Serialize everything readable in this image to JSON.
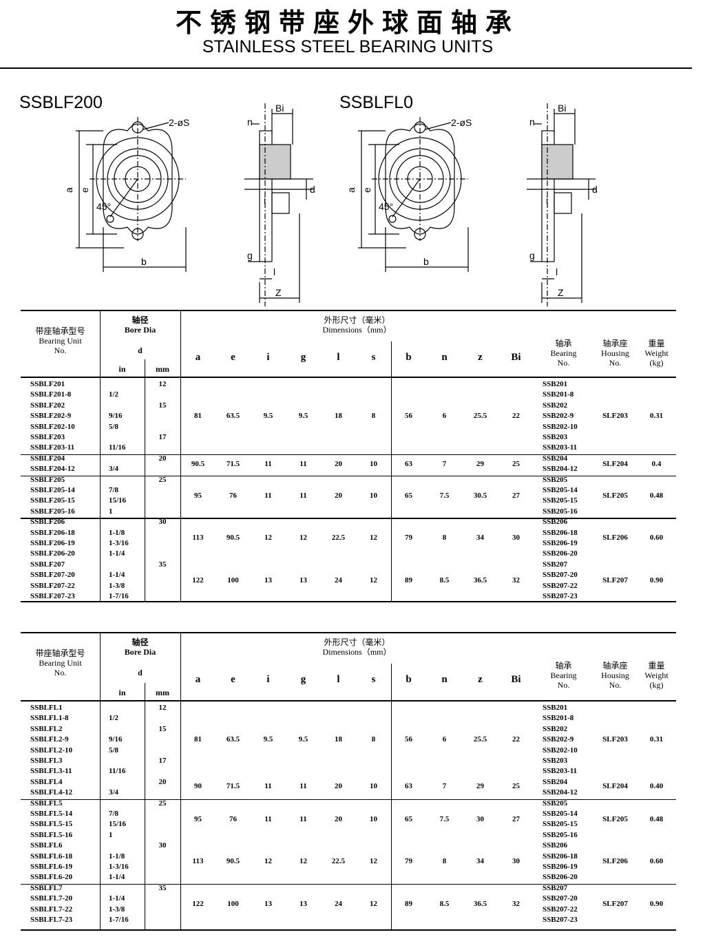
{
  "title_cn": "不锈钢带座外球面轴承",
  "title_en": "STAINLESS STEEL BEARING UNITS",
  "drawings": [
    {
      "model": "SSBLF200",
      "labels": {
        "hole": "2-øS",
        "a": "a",
        "e": "e",
        "b": "b",
        "angle": "45°",
        "Bi": "Bi",
        "n": "n",
        "d": "d",
        "i": "i",
        "g": "g",
        "l": "l",
        "z": "Z"
      }
    },
    {
      "model": "SSBLFL0",
      "labels": {
        "hole": "2-øS",
        "a": "a",
        "e": "e",
        "b": "b",
        "angle": "45°",
        "Bi": "Bi",
        "n": "n",
        "d": "d",
        "i": "i",
        "g": "g",
        "l": "l",
        "z": "Z"
      }
    }
  ],
  "header": {
    "unit_cn": "带座轴承型号",
    "unit_en": "Bearing Unit",
    "unit_no": "No.",
    "bore_cn": "轴径",
    "bore_en": "Bore Dia",
    "d": "d",
    "in": "in",
    "mm": "mm",
    "dim_cn": "外形尺寸（毫米）",
    "dim_en": "Dimensions（mm）",
    "dims": [
      "a",
      "e",
      "i",
      "g",
      "l",
      "s",
      "b",
      "n",
      "z",
      "Bi"
    ],
    "bearing_cn": "轴承",
    "bearing_en": "Bearing",
    "bearing_no": "No.",
    "housing_cn": "轴承座",
    "housing_en": "Housing",
    "housing_no": "No.",
    "weight_cn": "重量",
    "weight_en": "Weight",
    "weight_unit": "(kg)"
  },
  "tables": [
    {
      "groups": [
        {
          "rows": [
            [
              "SSBLF201",
              "",
              "12",
              "SSB201"
            ],
            [
              "SSBLF201-8",
              "1/2",
              "",
              "SSB201-8"
            ],
            [
              "SSBLF202",
              "",
              "15",
              "SSB202"
            ],
            [
              "SSBLF202-9",
              "9/16",
              "",
              "SSB202-9"
            ],
            [
              "SSBLF202-10",
              "5/8",
              "",
              "SSB202-10"
            ],
            [
              "SSBLF203",
              "",
              "17",
              "SSB203"
            ],
            [
              "SSBLF203-11",
              "11/16",
              "",
              "SSB203-11"
            ]
          ],
          "dims": [
            "81",
            "63.5",
            "9.5",
            "9.5",
            "18",
            "8",
            "56",
            "6",
            "25.5",
            "22"
          ],
          "housing": "SLF203",
          "weight": "0.31"
        },
        {
          "rows": [
            [
              "SSBLF204",
              "",
              "20",
              "SSB204"
            ],
            [
              "SSBLF204-12",
              "3/4",
              "",
              "SSB204-12"
            ]
          ],
          "dims": [
            "90.5",
            "71.5",
            "11",
            "11",
            "20",
            "10",
            "63",
            "7",
            "29",
            "25"
          ],
          "housing": "SLF204",
          "weight": "0.4"
        },
        {
          "rows": [
            [
              "SSBLF205",
              "",
              "25",
              "SSB205"
            ],
            [
              "SSBLF205-14",
              "7/8",
              "",
              "SSB205-14"
            ],
            [
              "SSBLF205-15",
              "15/16",
              "",
              "SSB205-15"
            ],
            [
              "SSBLF205-16",
              "1",
              "",
              "SSB205-16"
            ]
          ],
          "dims": [
            "95",
            "76",
            "11",
            "11",
            "20",
            "10",
            "65",
            "7.5",
            "30.5",
            "27"
          ],
          "housing": "SLF205",
          "weight": "0.48"
        },
        {
          "rows": [
            [
              "SSBLF206",
              "",
              "30",
              "SSB206"
            ],
            [
              "SSBLF206-18",
              "1-1/8",
              "",
              "SSB206-18"
            ],
            [
              "SSBLF206-19",
              "1-3/16",
              "",
              "SSB206-19"
            ],
            [
              "SSBLF206-20",
              "1-1/4",
              "",
              "SSB206-20"
            ]
          ],
          "dims": [
            "113",
            "90.5",
            "12",
            "12",
            "22.5",
            "12",
            "79",
            "8",
            "34",
            "30"
          ],
          "housing": "SLF206",
          "weight": "0.60"
        },
        {
          "rows": [
            [
              "SSBLF207",
              "",
              "35",
              "SSB207"
            ],
            [
              "SSBLF207-20",
              "1-1/4",
              "",
              "SSB207-20"
            ],
            [
              "SSBLF207-22",
              "1-3/8",
              "",
              "SSB207-22"
            ],
            [
              "SSBLF207-23",
              "1-7/16",
              "",
              "SSB207-23"
            ]
          ],
          "dims": [
            "122",
            "100",
            "13",
            "13",
            "24",
            "12",
            "89",
            "8.5",
            "36.5",
            "32"
          ],
          "housing": "SLF207",
          "weight": "0.90"
        }
      ]
    },
    {
      "groups": [
        {
          "rows": [
            [
              "SSBLFL1",
              "",
              "12",
              "SSB201"
            ],
            [
              "SSBLFL1-8",
              "1/2",
              "",
              "SSB201-8"
            ],
            [
              "SSBLFL2",
              "",
              "15",
              "SSB202"
            ],
            [
              "SSBLFL2-9",
              "9/16",
              "",
              "SSB202-9"
            ],
            [
              "SSBLFL2-10",
              "5/8",
              "",
              "SSB202-10"
            ],
            [
              "SSBLFL3",
              "",
              "17",
              "SSB203"
            ],
            [
              "SSBLFL3-11",
              "11/16",
              "",
              "SSB203-11"
            ]
          ],
          "dims": [
            "81",
            "63.5",
            "9.5",
            "9.5",
            "18",
            "8",
            "56",
            "6",
            "25.5",
            "22"
          ],
          "housing": "SLF203",
          "weight": "0.31"
        },
        {
          "rows": [
            [
              "SSBLFL4",
              "",
              "20",
              "SSB204"
            ],
            [
              "SSBLFL4-12",
              "3/4",
              "",
              "SSB204-12"
            ]
          ],
          "dims": [
            "90",
            "71.5",
            "11",
            "11",
            "20",
            "10",
            "63",
            "7",
            "29",
            "25"
          ],
          "housing": "SLF204",
          "weight": "0.40"
        },
        {
          "rows": [
            [
              "SSBLFL5",
              "",
              "25",
              "SSB205"
            ],
            [
              "SSBLFL5-14",
              "7/8",
              "",
              "SSB205-14"
            ],
            [
              "SSBLFL5-15",
              "15/16",
              "",
              "SSB205-15"
            ],
            [
              "SSBLFL5-16",
              "1",
              "",
              "SSB205-16"
            ]
          ],
          "dims": [
            "95",
            "76",
            "11",
            "11",
            "20",
            "10",
            "65",
            "7.5",
            "30",
            "27"
          ],
          "housing": "SLF205",
          "weight": "0.48"
        },
        {
          "rows": [
            [
              "SSBLFL6",
              "",
              "30",
              "SSB206"
            ],
            [
              "SSBLFL6-18",
              "1-1/8",
              "",
              "SSB206-18"
            ],
            [
              "SSBLFL6-19",
              "1-3/16",
              "",
              "SSB206-19"
            ],
            [
              "SSBLFL6-20",
              "1-1/4",
              "",
              "SSB206-20"
            ]
          ],
          "dims": [
            "113",
            "90.5",
            "12",
            "12",
            "22.5",
            "12",
            "79",
            "8",
            "34",
            "30"
          ],
          "housing": "SLF206",
          "weight": "0.60"
        },
        {
          "rows": [
            [
              "SSBLFL7",
              "",
              "35",
              "SSB207"
            ],
            [
              "SSBLFL7-20",
              "1-1/4",
              "",
              "SSB207-20"
            ],
            [
              "SSBLFL7-22",
              "1-3/8",
              "",
              "SSB207-22"
            ],
            [
              "SSBLFL7-23",
              "1-7/16",
              "",
              "SSB207-23"
            ]
          ],
          "dims": [
            "122",
            "100",
            "13",
            "13",
            "24",
            "12",
            "89",
            "8.5",
            "36.5",
            "32"
          ],
          "housing": "SLF207",
          "weight": "0.90"
        }
      ]
    }
  ]
}
